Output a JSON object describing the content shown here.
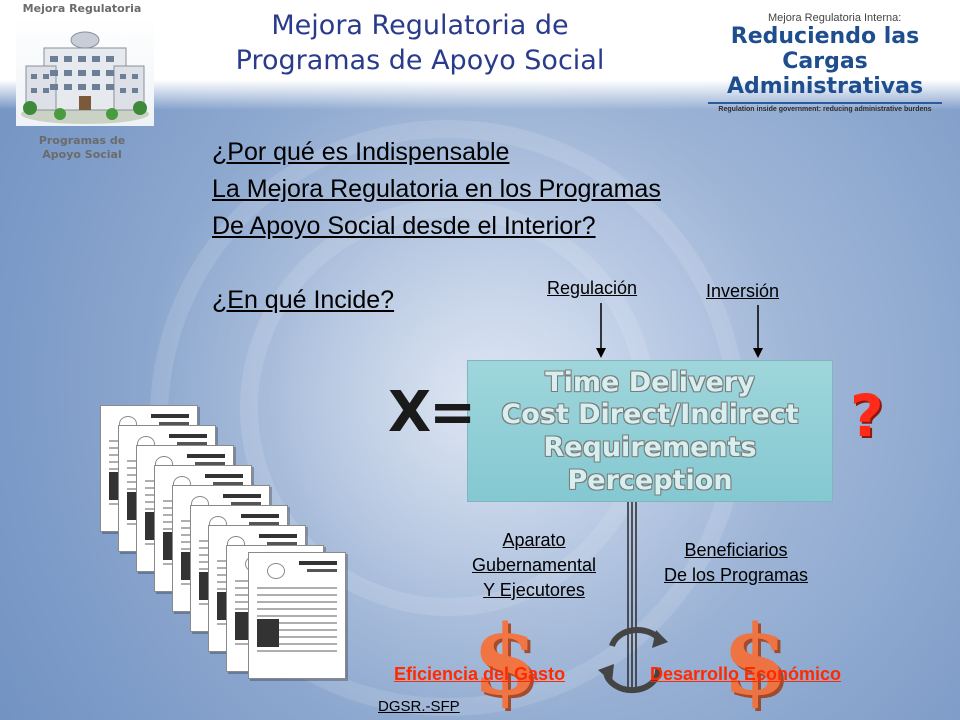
{
  "slide": {
    "title_line1": "Mejora Regulatoria de",
    "title_line2": "Programas de Apoyo Social"
  },
  "logo_left": {
    "top_caption": "Mejora Regulatoria",
    "bottom_caption_1": "Programas de",
    "bottom_caption_2": "Apoyo Social",
    "icon": "government-building-icon"
  },
  "logo_right": {
    "small_line": "Mejora Regulatoria Interna:",
    "big_line_1": "Reduciendo las Cargas",
    "big_line_2": "Administrativas",
    "tagline": "Regulation inside government: reducing administrative burdens",
    "color": "#1f4e8f"
  },
  "question": {
    "line1": "¿Por qué es Indispensable",
    "line2": "La Mejora Regulatoria en los Programas",
    "line3": "De Apoyo Social desde el Interior?",
    "incide": "¿En qué Incide?"
  },
  "diagram": {
    "label_regulacion": "Regulación",
    "label_inversion": "Inversión",
    "x_equals": "X=",
    "question_mark": "?",
    "box_lines": [
      "Time Delivery",
      "Cost Direct/Indirect",
      "Requirements",
      "Perception"
    ],
    "box_color": "#9fd6dc",
    "left_branch": [
      "Aparato",
      "Gubernamental",
      "Y Ejecutores"
    ],
    "right_branch": [
      "Beneficiarios",
      "De los Programas"
    ],
    "dollar_symbol": "$",
    "eficiencia": "Eficiencia del Gasto",
    "desarrollo": "Desarrollo Económico",
    "accent_color": "#ff2a00",
    "cycle_icon": "cycle-arrows-icon"
  },
  "documents_icon": "document-stack-icon",
  "footer": "DGSR.-SFP"
}
